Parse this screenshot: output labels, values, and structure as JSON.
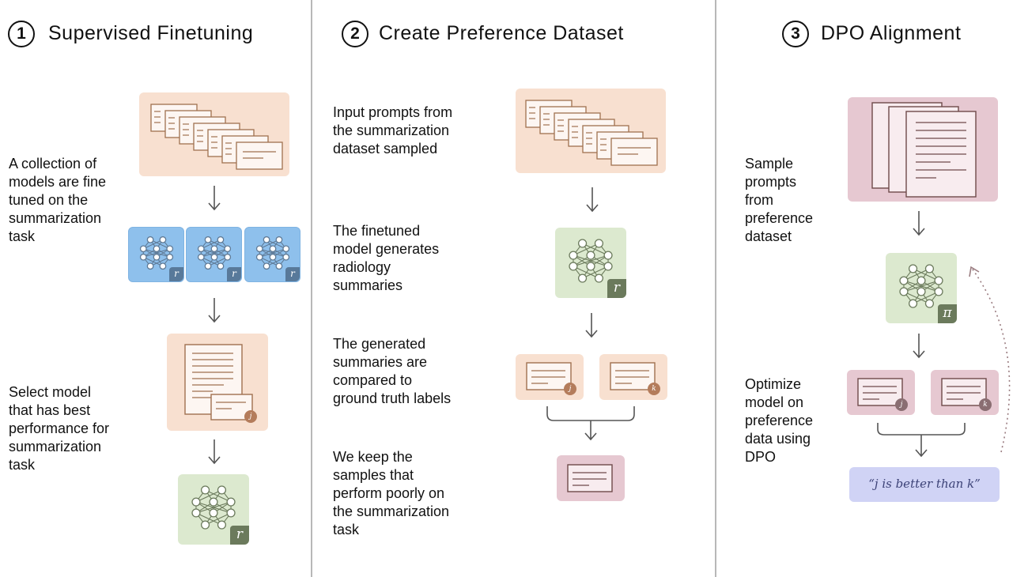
{
  "steps": [
    {
      "number": "1",
      "title": "Supervised Finetuning"
    },
    {
      "number": "2",
      "title": "Create Preference Dataset"
    },
    {
      "number": "3",
      "title": "DPO Alignment"
    }
  ],
  "col1": {
    "desc1": "A collection of\nmodels are fine\ntuned on the\nsummarization\ntask",
    "desc2": "Select model\nthat has best\nperformance for\nsummarization\ntask",
    "model_badge": "r",
    "doc_tag": "j"
  },
  "col2": {
    "desc1": "Input prompts from\nthe summarization\ndataset sampled",
    "desc2": "The finetuned\nmodel generates\nradiology\nsummaries",
    "desc3": "The generated\nsummaries are\ncompared to\nground truth labels",
    "desc4": "We keep the\nsamples that\nperform poorly on\nthe summarization\ntask",
    "model_badge": "r",
    "tag_left": "j",
    "tag_right": "k"
  },
  "col3": {
    "desc1": "Sample\nprompts\nfrom\npreference\ndataset",
    "desc2": "Optimize\nmodel on\npreference\ndata using\nDPO",
    "policy_badge": "π",
    "tag_left": "j",
    "tag_right": "k",
    "preference": "“j is better than k”"
  },
  "colors": {
    "peach": "#f8e0d0",
    "blue": "#8ec0ec",
    "green": "#dce9cf",
    "pink": "#e6c8d1",
    "lavender": "#d0d3f5",
    "icon_stroke": "#a0714f",
    "net_stroke": "#6b7a5c"
  }
}
